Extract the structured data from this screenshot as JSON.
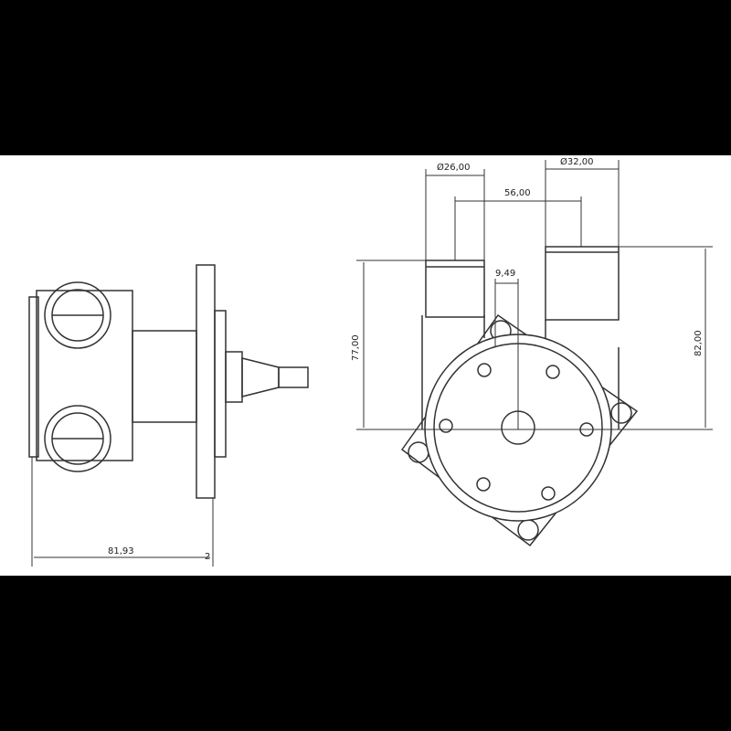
{
  "drawing": {
    "side_view": {
      "width_dimension": "81,93",
      "small_dimension": "2"
    },
    "front_view": {
      "inlet_diameter": "Ø26,00",
      "outlet_diameter": "Ø32,00",
      "port_spacing": "56,00",
      "offset": "9,49",
      "inlet_height": "77,00",
      "outlet_height": "82,00"
    }
  }
}
